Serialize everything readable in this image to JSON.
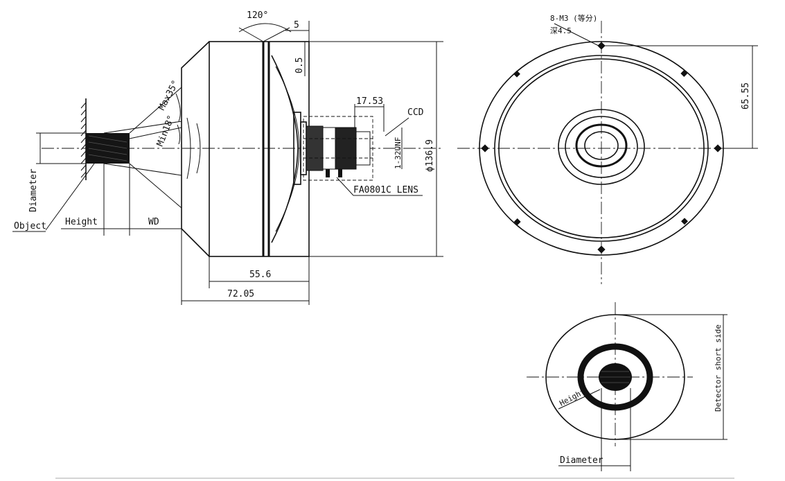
{
  "labels": {
    "angle_120": "120°",
    "dim_5": "5",
    "dim_0_5": "0.5",
    "max35": "Max35°",
    "min18": "Min18°",
    "diameter": "Diameter",
    "object": "Object",
    "height": "Height",
    "wd": "WD",
    "dim_55_6": "55.6",
    "dim_72_05": "72.05",
    "dim_17_53": "17.53",
    "ccd": "CCD",
    "thread": "1-32UNF",
    "phi_136_9": "ϕ136.9",
    "fa_lens": "FA0801C LENS",
    "m3": "8-M3 (等分)",
    "depth": "深4.5",
    "dim_65_55": "65.55",
    "detector_short_side": "Detector short side",
    "height_bottom": "Height",
    "diameter_bottom": "Diameter"
  }
}
